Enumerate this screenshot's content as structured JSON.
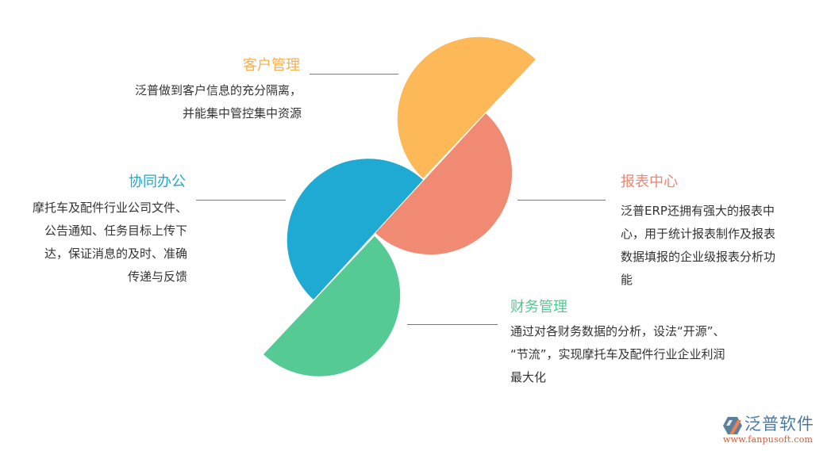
{
  "colors": {
    "customer": "#FDB857",
    "report": "#F18A72",
    "office": "#1EAAD3",
    "finance": "#55CA95",
    "body_text": "#333333",
    "connector": "#7a7a7a"
  },
  "sections": {
    "customer": {
      "title": "客户管理",
      "lines": [
        "泛普做到客户信息的充分隔离，",
        "并能集中管控集中资源"
      ]
    },
    "office": {
      "title": "协同办公",
      "lines": [
        "摩托车及配件行业公司文件、",
        "公告通知、任务目标上传下",
        "达，保证消息的及时、准确",
        "传递与反馈"
      ]
    },
    "report": {
      "title": "报表中心",
      "lines": [
        "泛普ERP还拥有强大的报表中",
        "心，用于统计报表制作及报表",
        "数据填报的企业级报表分析功",
        "能"
      ]
    },
    "finance": {
      "title": "财务管理",
      "lines": [
        "通过对各财务数据的分析，设法“开源”、",
        "“节流”，实现摩托车及配件行业企业利润",
        "最大化"
      ]
    }
  },
  "logo": {
    "name": "泛普软件",
    "url": "www.fanpusoft.com",
    "icon": "fanpu-logo-icon"
  }
}
